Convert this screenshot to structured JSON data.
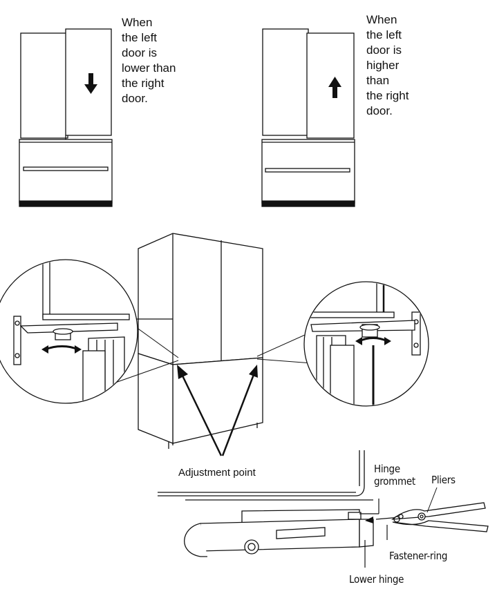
{
  "captions": {
    "left_lower": "When\nthe left\ndoor is\nlower than\nthe right\ndoor.",
    "left_higher": "When\nthe left\ndoor is\nhigher\nthan\nthe right\ndoor."
  },
  "labels": {
    "adjustment_point": "Adjustment point",
    "hinge_grommet": "Hinge\ngrommet",
    "pliers": "Pliers",
    "fastener_ring": "Fastener-ring",
    "lower_hinge": "Lower hinge"
  },
  "arrows": {
    "fridge1": "down",
    "fridge2": "up"
  },
  "colors": {
    "line": "#111111",
    "fill": "#ffffff",
    "shade": "#e6e6e6"
  }
}
